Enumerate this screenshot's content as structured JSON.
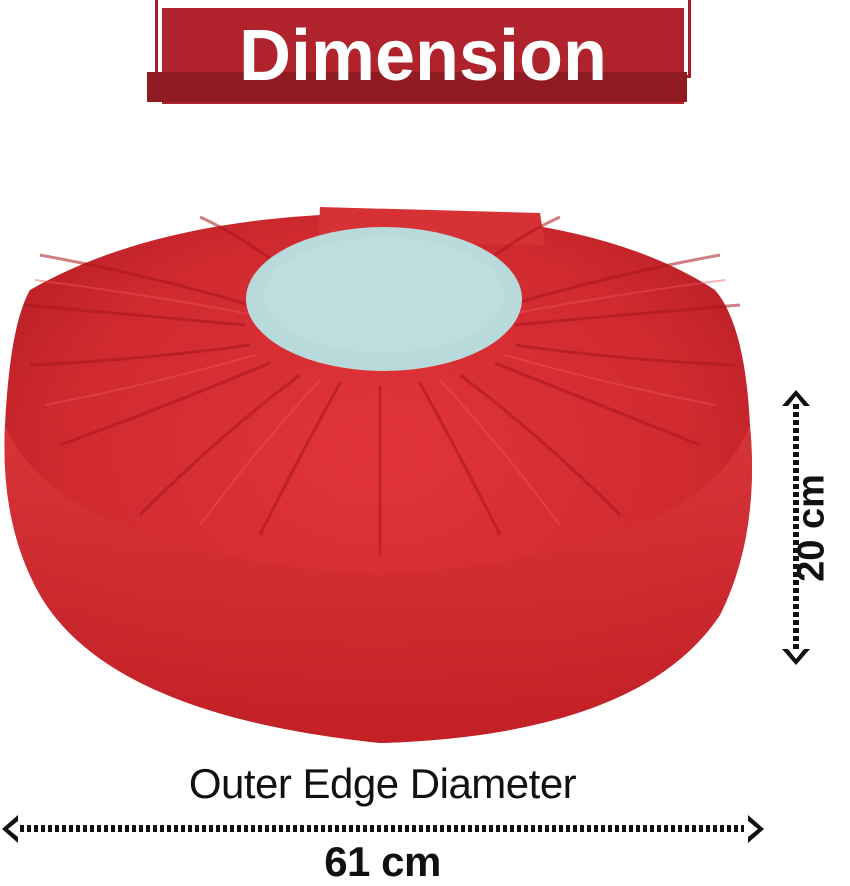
{
  "header": {
    "title": "Dimension",
    "colors": {
      "banner": "#b0222c",
      "strip": "#8f1a22",
      "text": "#ffffff"
    }
  },
  "product": {
    "name": "round pleated pouf floor cushion",
    "colors": {
      "body": "#d42a2f",
      "body_shadow": "#b5181f",
      "top_panel": "#b9dadb",
      "pleat_highlight": "#e8474a"
    }
  },
  "dimensions": {
    "height": {
      "value": "20 cm",
      "icon": "double-arrow-vertical-icon"
    },
    "diameter": {
      "title": "Outer Edge Diameter",
      "value": "61 cm",
      "icon": "double-arrow-horizontal-icon"
    }
  }
}
